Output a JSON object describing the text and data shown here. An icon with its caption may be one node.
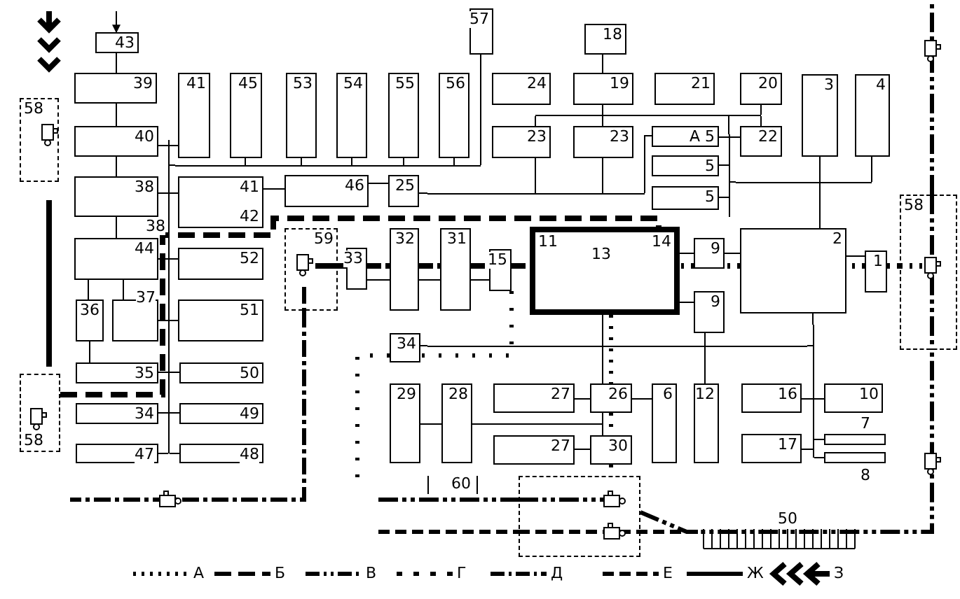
{
  "diagram": {
    "nodes": [
      {
        "text": [
          "43"
        ]
      },
      {
        "text": [
          "57"
        ]
      },
      {
        "text": [
          "18"
        ]
      },
      {
        "text": [
          "39"
        ]
      },
      {
        "text": [
          "41"
        ]
      },
      {
        "text": [
          "45"
        ]
      },
      {
        "text": [
          "53"
        ]
      },
      {
        "text": [
          "54"
        ]
      },
      {
        "text": [
          "55"
        ]
      },
      {
        "text": [
          "56"
        ]
      },
      {
        "text": [
          "24"
        ]
      },
      {
        "text": [
          "19"
        ]
      },
      {
        "text": [
          "21"
        ]
      },
      {
        "text": [
          "20"
        ]
      },
      {
        "text": [
          "3"
        ]
      },
      {
        "text": [
          "4"
        ]
      },
      {
        "text": [
          "58"
        ]
      },
      {
        "text": [
          "40"
        ]
      },
      {
        "text": [
          "23"
        ]
      },
      {
        "text": [
          "23"
        ]
      },
      {
        "text": [
          "А 5"
        ]
      },
      {
        "text": [
          "22"
        ]
      },
      {
        "text": [
          "5"
        ]
      },
      {
        "text": [
          "38"
        ]
      },
      {
        "text": [
          "41",
          "42"
        ]
      },
      {
        "text": [
          "46"
        ]
      },
      {
        "text": [
          "25"
        ]
      },
      {
        "text": [
          "5"
        ]
      },
      {
        "text": [
          "58"
        ]
      },
      {
        "text": [
          "44"
        ]
      },
      {
        "text": [
          "59"
        ]
      },
      {
        "text": [
          "33"
        ]
      },
      {
        "text": [
          "32"
        ]
      },
      {
        "text": [
          "31"
        ]
      },
      {
        "text": [
          "15"
        ]
      },
      {
        "text": [
          "11",
          "13",
          "14"
        ]
      },
      {
        "text": [
          "9"
        ]
      },
      {
        "text": [
          "2"
        ]
      },
      {
        "text": [
          "1"
        ]
      },
      {
        "text": [
          "52"
        ]
      },
      {
        "text": [
          "36"
        ]
      },
      {
        "text": [
          "37"
        ]
      },
      {
        "text": [
          "51"
        ]
      },
      {
        "text": [
          "9"
        ]
      },
      {
        "text": [
          "34"
        ]
      },
      {
        "text": [
          "35"
        ]
      },
      {
        "text": [
          "50"
        ]
      },
      {
        "text": [
          "29"
        ]
      },
      {
        "text": [
          "28"
        ]
      },
      {
        "text": [
          "27"
        ]
      },
      {
        "text": [
          "26"
        ]
      },
      {
        "text": [
          "6"
        ]
      },
      {
        "text": [
          "12"
        ]
      },
      {
        "text": [
          "16"
        ]
      },
      {
        "text": [
          "10"
        ]
      },
      {
        "text": [
          "34"
        ]
      },
      {
        "text": [
          "49"
        ]
      },
      {
        "text": [
          "58"
        ]
      },
      {
        "text": [
          "27"
        ]
      },
      {
        "text": [
          "30"
        ]
      },
      {
        "text": [
          "17"
        ]
      },
      {
        "text": [
          "7"
        ]
      },
      {
        "text": [
          "8"
        ]
      },
      {
        "text": [
          "47"
        ]
      },
      {
        "text": [
          "48"
        ]
      },
      {
        "text": [
          "60"
        ]
      },
      {
        "text": [],
        "shape": "box"
      },
      {
        "text": [],
        "shape": "bar"
      },
      {
        "text": [],
        "shape": "bar"
      },
      {
        "text": [],
        "shape": "bar"
      },
      {
        "text": [],
        "shape": "bar"
      },
      {
        "text": [],
        "shape": "bar"
      },
      {
        "text": [],
        "shape": "bar"
      },
      {
        "text": [],
        "shape": "bar"
      },
      {
        "text": [],
        "shape": "bar"
      }
    ],
    "edges": [
      {
        "from": null,
        "to": 0,
        "arrow": "to"
      },
      {
        "from": 0,
        "to": 3,
        "arrow": "none"
      },
      {
        "from": 3,
        "to": 17,
        "arrow": "none"
      },
      {
        "from": 17,
        "to": 23,
        "arrow": "none"
      },
      {
        "from": 23,
        "to": 29,
        "arrow": "none"
      },
      {
        "from": 29,
        "to": 40,
        "arrow": "none"
      },
      {
        "from": 29,
        "to": 41,
        "arrow": "none"
      },
      {
        "from": 40,
        "to": 45,
        "arrow": "none"
      },
      {
        "from": 2,
        "to": 11,
        "arrow": "none"
      },
      {
        "from": 20,
        "to": 21,
        "arrow": "none"
      },
      {
        "from": 14,
        "to": 37,
        "arrow": "none"
      },
      {
        "from": 36,
        "to": 37,
        "arrow": "none"
      },
      {
        "from": 37,
        "to": 38,
        "arrow": "none"
      },
      {
        "from": 35,
        "to": 36,
        "arrow": "none"
      },
      {
        "from": 35,
        "to": 43,
        "arrow": "none"
      },
      {
        "from": 43,
        "to": 52,
        "arrow": "none"
      },
      {
        "from": 49,
        "to": 50,
        "arrow": "none"
      },
      {
        "from": 50,
        "to": 51,
        "arrow": "none"
      },
      {
        "from": 58,
        "to": 59,
        "arrow": "none"
      },
      {
        "from": 47,
        "to": 48,
        "arrow": "none"
      },
      {
        "from": 24,
        "to": 25,
        "arrow": "none"
      },
      {
        "from": 25,
        "to": 26,
        "arrow": "none"
      },
      {
        "from": 31,
        "to": 32,
        "arrow": "none"
      },
      {
        "from": 32,
        "to": 33,
        "arrow": "none"
      },
      {
        "from": 33,
        "to": 34,
        "arrow": "none"
      },
      {
        "from": 17,
        "to": 67,
        "arrow": "none"
      },
      {
        "from": 23,
        "to": 67,
        "arrow": "none"
      },
      {
        "from": 29,
        "to": 67,
        "arrow": "none"
      },
      {
        "from": 41,
        "to": 67,
        "arrow": "none"
      },
      {
        "from": 45,
        "to": 67,
        "arrow": "none"
      },
      {
        "from": 55,
        "to": 67,
        "arrow": "none"
      },
      {
        "from": 63,
        "to": 67,
        "arrow": "none"
      },
      {
        "from": 67,
        "to": 4,
        "arrow": "none"
      },
      {
        "from": 67,
        "to": 24,
        "arrow": "none"
      },
      {
        "from": 67,
        "to": 39,
        "arrow": "none"
      },
      {
        "from": 67,
        "to": 42,
        "arrow": "none"
      },
      {
        "from": 67,
        "to": 46,
        "arrow": "none"
      },
      {
        "from": 67,
        "to": 56,
        "arrow": "none"
      },
      {
        "from": 67,
        "to": 64,
        "arrow": "none"
      },
      {
        "from": 68,
        "to": 67,
        "arrow": "none"
      },
      {
        "from": 5,
        "to": 68,
        "arrow": "none"
      },
      {
        "from": 6,
        "to": 68,
        "arrow": "none"
      },
      {
        "from": 7,
        "to": 68,
        "arrow": "none"
      },
      {
        "from": 8,
        "to": 68,
        "arrow": "none"
      },
      {
        "from": 9,
        "to": 68,
        "arrow": "none"
      },
      {
        "from": 1,
        "to": 68,
        "arrow": "none"
      },
      {
        "from": 11,
        "to": 69,
        "arrow": "none"
      },
      {
        "from": 69,
        "to": 19,
        "arrow": "none"
      },
      {
        "from": 18,
        "to": 69,
        "arrow": "none"
      },
      {
        "from": 13,
        "to": 69,
        "arrow": "none"
      },
      {
        "from": 69,
        "to": 21,
        "arrow": "none"
      },
      {
        "from": 70,
        "to": 69,
        "arrow": "none"
      },
      {
        "from": 70,
        "to": 22,
        "arrow": "none"
      },
      {
        "from": 70,
        "to": 27,
        "arrow": "none"
      },
      {
        "from": 18,
        "to": 71,
        "arrow": "none"
      },
      {
        "from": 19,
        "to": 71,
        "arrow": "none"
      },
      {
        "from": 26,
        "to": 71,
        "arrow": "none"
      },
      {
        "from": 71,
        "to": 20,
        "arrow": "none"
      },
      {
        "from": 72,
        "to": 70,
        "arrow": "none"
      },
      {
        "from": 15,
        "to": 72,
        "arrow": "none"
      },
      {
        "from": 37,
        "to": 73,
        "arrow": "none"
      },
      {
        "from": 53,
        "to": 73,
        "arrow": "none"
      },
      {
        "from": 73,
        "to": 54,
        "arrow": "none"
      },
      {
        "from": 60,
        "to": 73,
        "arrow": "none"
      },
      {
        "from": 73,
        "to": 61,
        "arrow": "none"
      },
      {
        "from": 73,
        "to": 62,
        "arrow": "none"
      },
      {
        "from": 44,
        "to": 74,
        "arrow": "none"
      },
      {
        "from": 74,
        "to": 73,
        "arrow": "none"
      },
      {
        "from": 35,
        "to": 50,
        "arrow": "none"
      },
      {
        "from": 48,
        "to": 50,
        "arrow": "none"
      },
      {
        "from": 50,
        "to": 59,
        "arrow": "none"
      },
      {
        "from": 57,
        "to": 35,
        "arrow": "none",
        "style": "dashed"
      },
      {
        "from": 28,
        "to": 38,
        "arrow": "none",
        "style": "dashed"
      },
      {
        "from": 38,
        "to": 37,
        "arrow": "none",
        "style": "dashed"
      },
      {
        "from": 37,
        "to": 36,
        "arrow": "none",
        "style": "dashed"
      },
      {
        "from": 36,
        "to": 35,
        "arrow": "none",
        "style": "dashed"
      },
      {
        "from": 30,
        "to": 31,
        "arrow": "none",
        "style": "dashed"
      },
      {
        "from": 31,
        "to": 32,
        "arrow": "none",
        "style": "dashed"
      },
      {
        "from": 32,
        "to": 33,
        "arrow": "none",
        "style": "dashed"
      },
      {
        "from": 33,
        "to": 34,
        "arrow": "none",
        "style": "dashed"
      },
      {
        "from": 34,
        "to": 35,
        "arrow": "none",
        "style": "dashed"
      },
      {
        "from": 34,
        "to": 44,
        "arrow": "none",
        "style": "dashed"
      },
      {
        "from": 44,
        "to": null,
        "arrow": "none",
        "style": "dashed"
      },
      {
        "from": 35,
        "to": 50,
        "arrow": "none",
        "style": "dashed"
      },
      {
        "from": 50,
        "to": 59,
        "arrow": "none",
        "style": "dashed"
      },
      {
        "from": 59,
        "to": 66,
        "arrow": "none",
        "style": "dashed"
      },
      {
        "from": 30,
        "to": null,
        "arrow": "none",
        "style": "dashed"
      },
      {
        "from": null,
        "to": 66,
        "arrow": "none",
        "style": "dashed"
      },
      {
        "from": 66,
        "to": 28,
        "arrow": "none",
        "style": "dashed"
      },
      {
        "from": 28,
        "to": null,
        "arrow": "none",
        "style": "dashed"
      },
      {
        "from": null,
        "to": 66,
        "arrow": "none",
        "style": "dashed"
      }
    ],
    "labels": [
      "38",
      "50"
    ],
    "legend": [
      {
        "text": "А"
      },
      {
        "text": "Б"
      },
      {
        "text": "В"
      },
      {
        "text": "Г"
      },
      {
        "text": "Д"
      },
      {
        "text": "Е"
      },
      {
        "text": "Ж"
      },
      {
        "text": "З"
      }
    ]
  }
}
